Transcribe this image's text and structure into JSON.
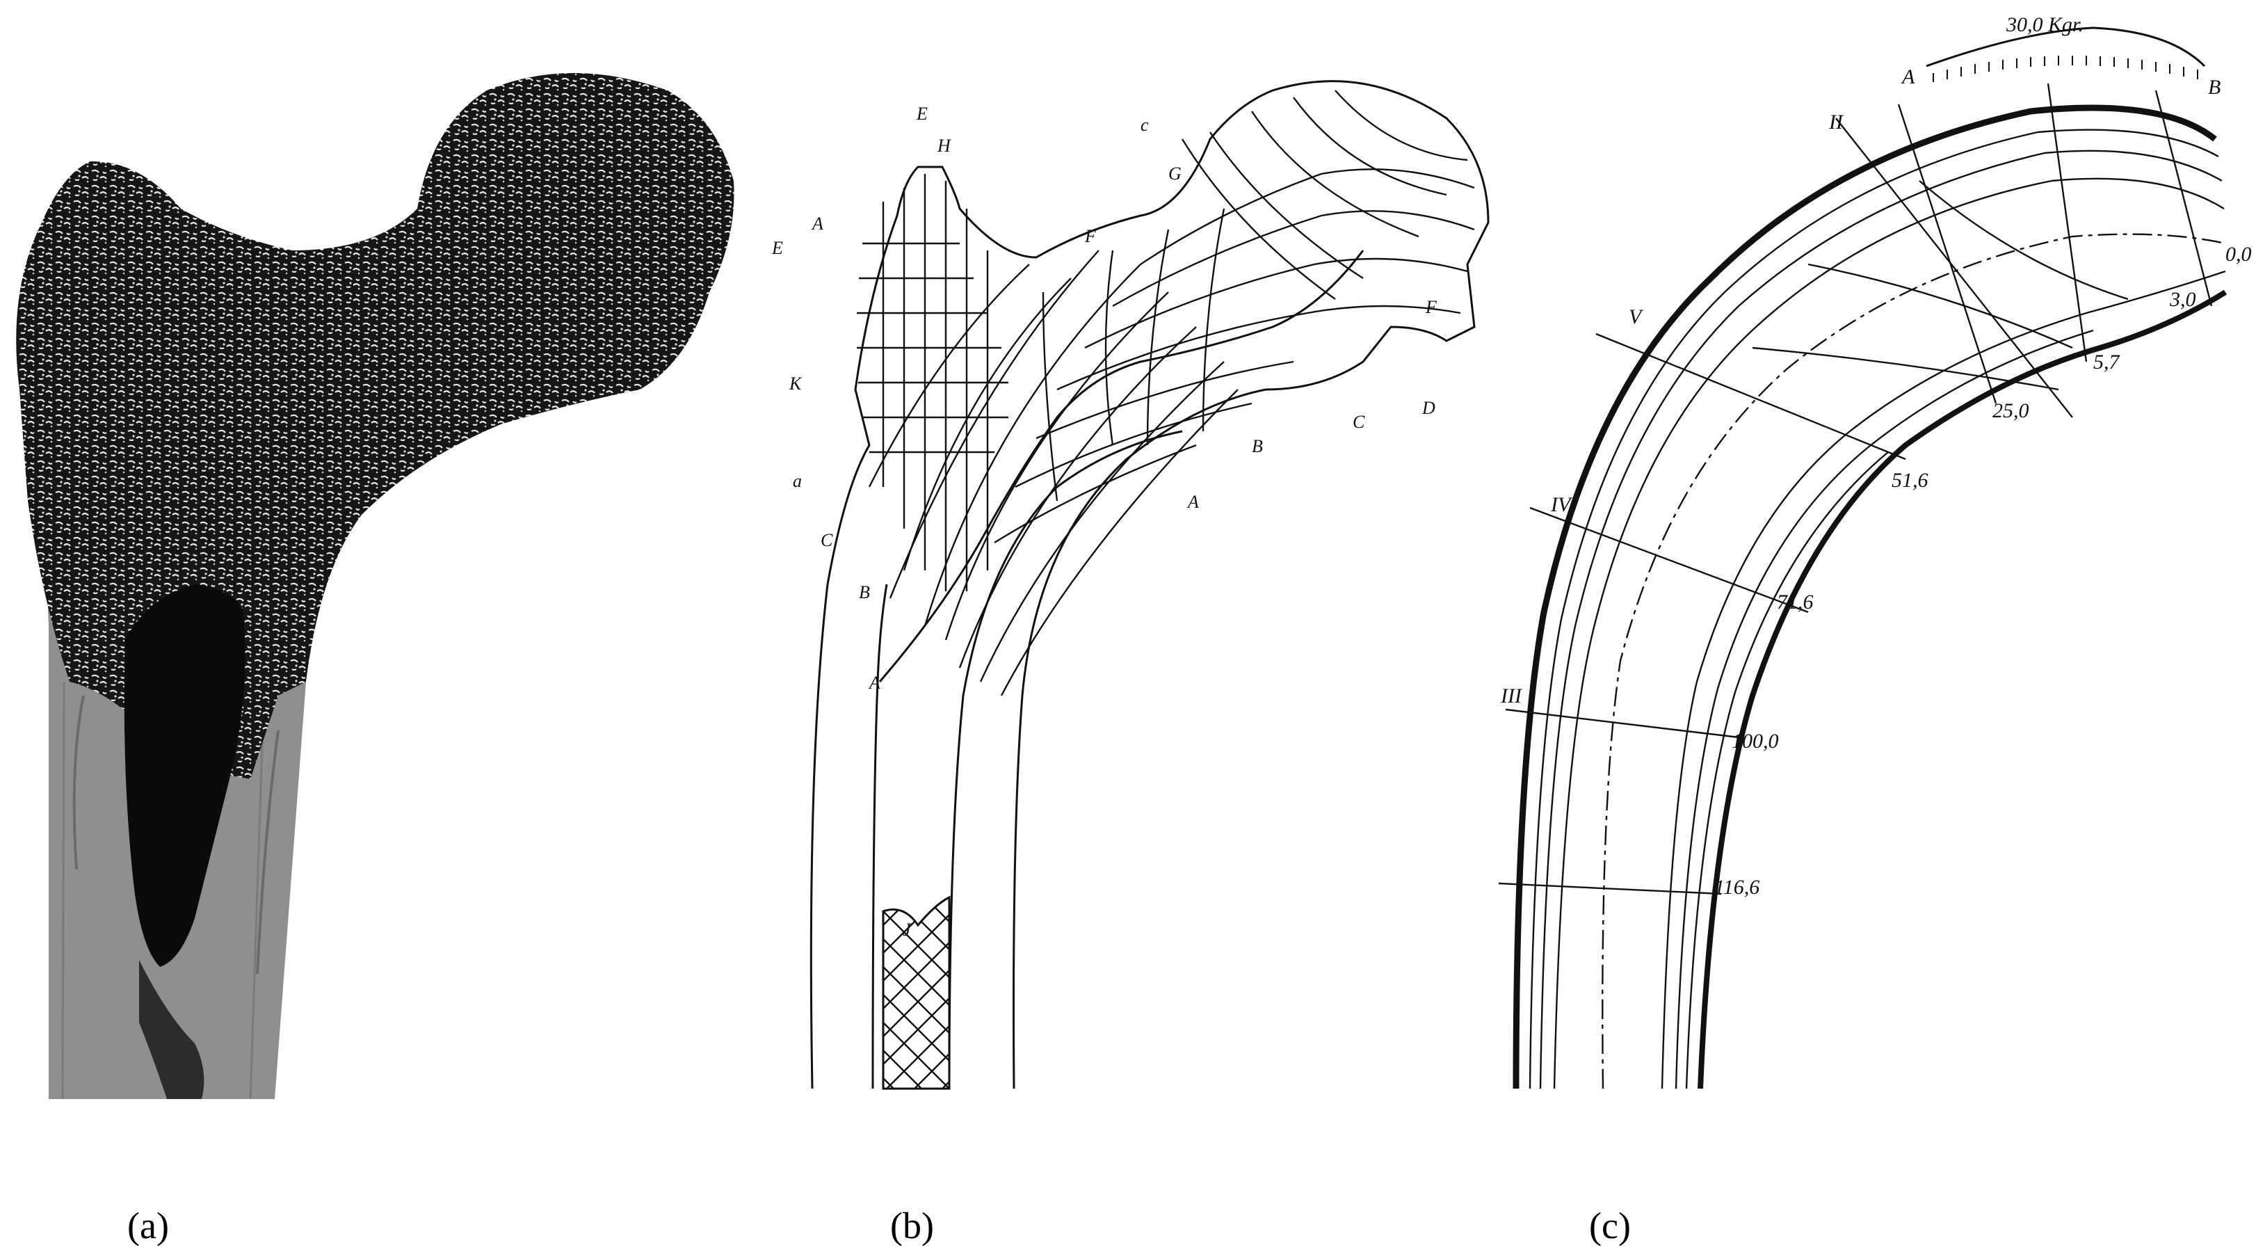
{
  "figure": {
    "colors": {
      "ink": "#111111",
      "bone_dark": "#1a1a1a",
      "bone_grey": "#8f8f8f",
      "background": "#ffffff"
    },
    "panels": [
      {
        "id": "a",
        "label": "(a)",
        "content": "photo-section"
      },
      {
        "id": "b",
        "label": "(b)",
        "content": "line-drawing",
        "annotations": [
          "E",
          "H",
          "A",
          "F",
          "K",
          "a",
          "C",
          "B",
          "A",
          "E",
          "G",
          "F",
          "B",
          "C",
          "D",
          "A",
          "c",
          "J"
        ]
      },
      {
        "id": "c",
        "label": "(c)",
        "content": "line-drawing",
        "load_label": "30,0 Kgr.",
        "arc_end_labels": [
          "A",
          "B"
        ],
        "section_marks": [
          "V",
          "IV",
          "III",
          "II"
        ],
        "stress_values": [
          "0,0",
          "3,0",
          "5,7",
          "25,0",
          "51,6",
          "71,6",
          "100,0",
          "116,6"
        ]
      }
    ]
  }
}
